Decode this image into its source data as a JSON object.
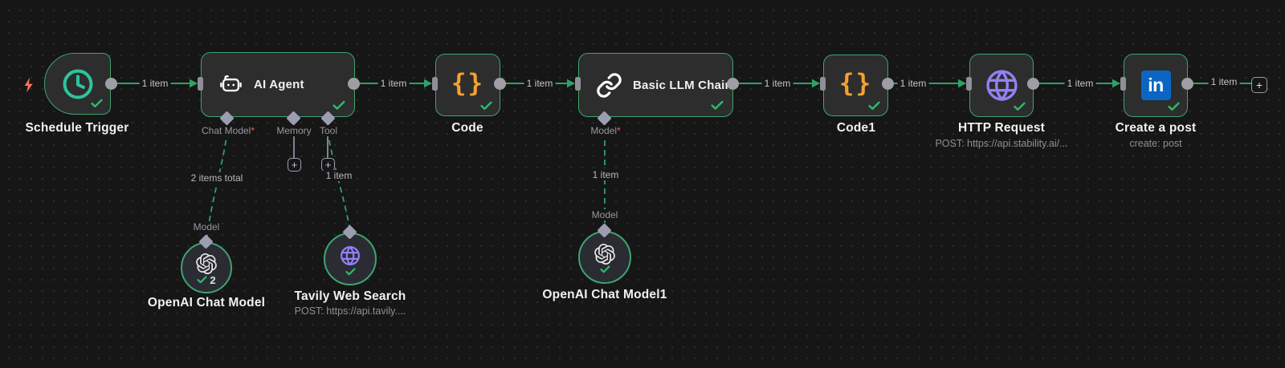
{
  "colors": {
    "canvas_bg": "#161616",
    "node_fill": "#2d2d2d",
    "success_border": "#3ea46e",
    "connection_green": "#2fa266",
    "diamond_gray": "#9d9db1",
    "code_orange": "#f5a02f",
    "globe_purple": "#9181f4",
    "clock_teal": "#2ec49d",
    "linkedin_blue": "#0a66c2",
    "bolt_red": "#ff6f5b",
    "check_green": "#2fb86c"
  },
  "nodes": {
    "schedule_trigger": {
      "title": "Schedule Trigger"
    },
    "ai_agent": {
      "title": "AI Agent",
      "ports": {
        "chat_model": "Chat Model",
        "memory": "Memory",
        "tool": "Tool"
      }
    },
    "code": {
      "title": "Code"
    },
    "basic_llm_chain": {
      "title": "Basic LLM Chain",
      "ports": {
        "model": "Model"
      }
    },
    "code1": {
      "title": "Code1"
    },
    "http_request": {
      "title": "HTTP Request",
      "subtitle": "POST: https://api.stability.ai/..."
    },
    "create_post": {
      "title": "Create a post",
      "subtitle": "create: post"
    },
    "openai_chat_model": {
      "title": "OpenAI Chat Model",
      "input_label": "Model",
      "run_count": "2"
    },
    "tavily_web_search": {
      "title": "Tavily Web Search",
      "subtitle": "POST: https://api.tavily...."
    },
    "openai_chat_model1": {
      "title": "OpenAI Chat Model1",
      "input_label": "Model"
    }
  },
  "edges": {
    "schedule_to_agent": "1 item",
    "agent_to_code": "1 item",
    "code_to_chain": "1 item",
    "chain_to_code1": "1 item",
    "code1_to_http": "1 item",
    "http_to_create": "1 item",
    "create_to_next": "1 item",
    "chat_model_edge": "2 items total",
    "tool_edge": "1 item",
    "model_edge": "1 item"
  },
  "glyphs": {
    "braces": "{}",
    "plus": "+",
    "linkedin": "in",
    "required": "*"
  }
}
